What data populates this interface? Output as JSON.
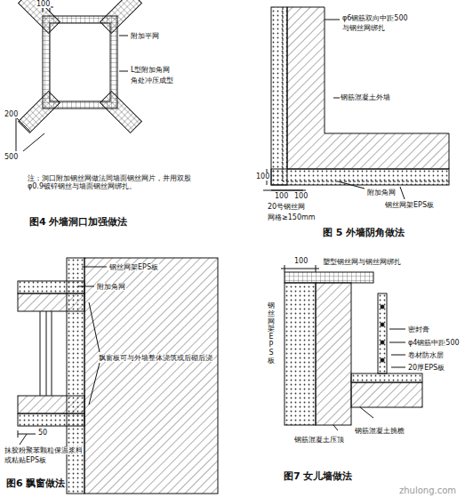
{
  "diagram": {
    "labels": [
      "100",
      "附加平网",
      "L型附加角网",
      "角处冲压成型",
      "200",
      "500",
      "注：洞口附加钢丝网做法同墙面钢丝网片，并用双股φ0.9镀锌钢丝与墙面钢丝网绑扎。",
      "图4 外墙洞口加强做法",
      "φ6钢筋双向中距500",
      "与钢丝网绑扎",
      "钢筋混凝土外墙",
      "100",
      "100",
      "100",
      "20号钢丝网",
      "附加角网",
      "钢丝网架EPS板",
      "网格≥150mm",
      "图 5 外墙阴角做法",
      "钢丝网架EPS板",
      "附加角网",
      "飘窗板可与外墙整体浇筑或后砌后浇",
      "50",
      "抹胶粉聚苯颗粒保温浆料",
      "或粘贴EPS板",
      "图6 飘窗做法",
      "100",
      "塑型钢丝网与钢丝网绑扎",
      "密封膏",
      "φ4钢筋中距500",
      "卷材防水层",
      "20厚EPS板",
      "钢丝网架EPS板",
      "钢筋混凝土挑檐",
      "钢筋混凝土压顶",
      "图7 女儿墙做法",
      "zhulong.com"
    ]
  }
}
